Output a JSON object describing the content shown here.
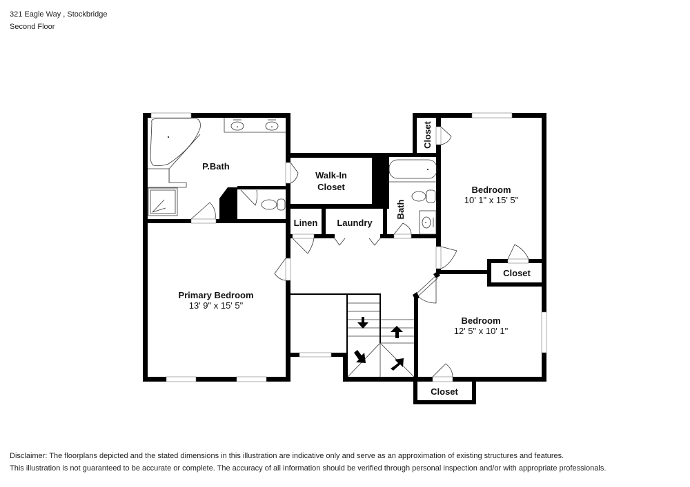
{
  "header": {
    "address": "321 Eagle Way , Stockbridge",
    "floor": "Second Floor"
  },
  "rooms": {
    "pbath": {
      "label": "P.Bath"
    },
    "walkin": {
      "label_line1": "Walk-In",
      "label_line2": "Closet"
    },
    "linen": {
      "label": "Linen"
    },
    "laundry": {
      "label": "Laundry"
    },
    "bath": {
      "label": "Bath"
    },
    "closet_top": {
      "label": "Closet"
    },
    "bedroom1": {
      "label": "Bedroom",
      "dims": "10' 1\" x 15' 5\""
    },
    "closet_right": {
      "label": "Closet"
    },
    "primary": {
      "label": "Primary Bedroom",
      "dims": "13' 9\" x 15' 5\""
    },
    "bedroom2": {
      "label": "Bedroom",
      "dims": "12' 5\" x 10' 1\""
    },
    "closet_bottom": {
      "label": "Closet"
    }
  },
  "disclaimer": {
    "line1": "Disclaimer: The floorplans depicted and the stated dimensions in this illustration are indicative only and serve as an approximation of existing structures and features.",
    "line2": "This illustration is not guaranteed to be accurate or complete. The accuracy of all information should be verified through personal inspection and/or with appropriate professionals."
  }
}
